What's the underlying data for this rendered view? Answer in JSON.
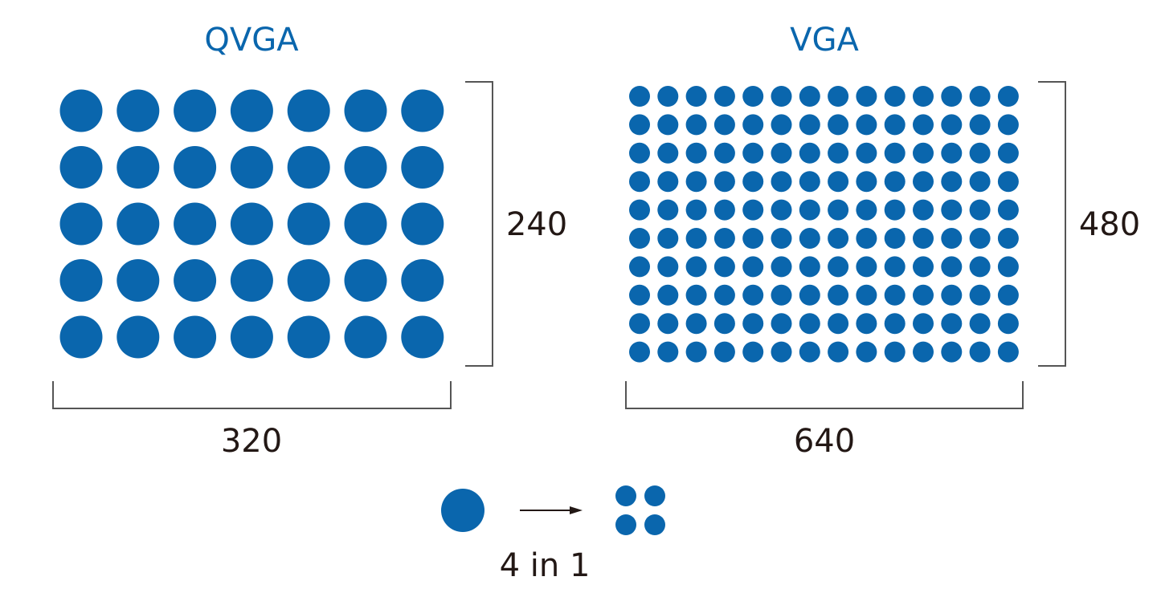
{
  "colors": {
    "dot": "#0a66ad",
    "bracket": "#555555",
    "text": "#231815"
  },
  "panels": [
    {
      "title": "QVGA",
      "width_label": "320",
      "height_label": "240",
      "dot_columns": 7,
      "dot_rows": 5
    },
    {
      "title": "VGA",
      "width_label": "640",
      "height_label": "480",
      "dot_columns": 14,
      "dot_rows": 10
    }
  ],
  "legend": {
    "caption": "4 in 1"
  }
}
